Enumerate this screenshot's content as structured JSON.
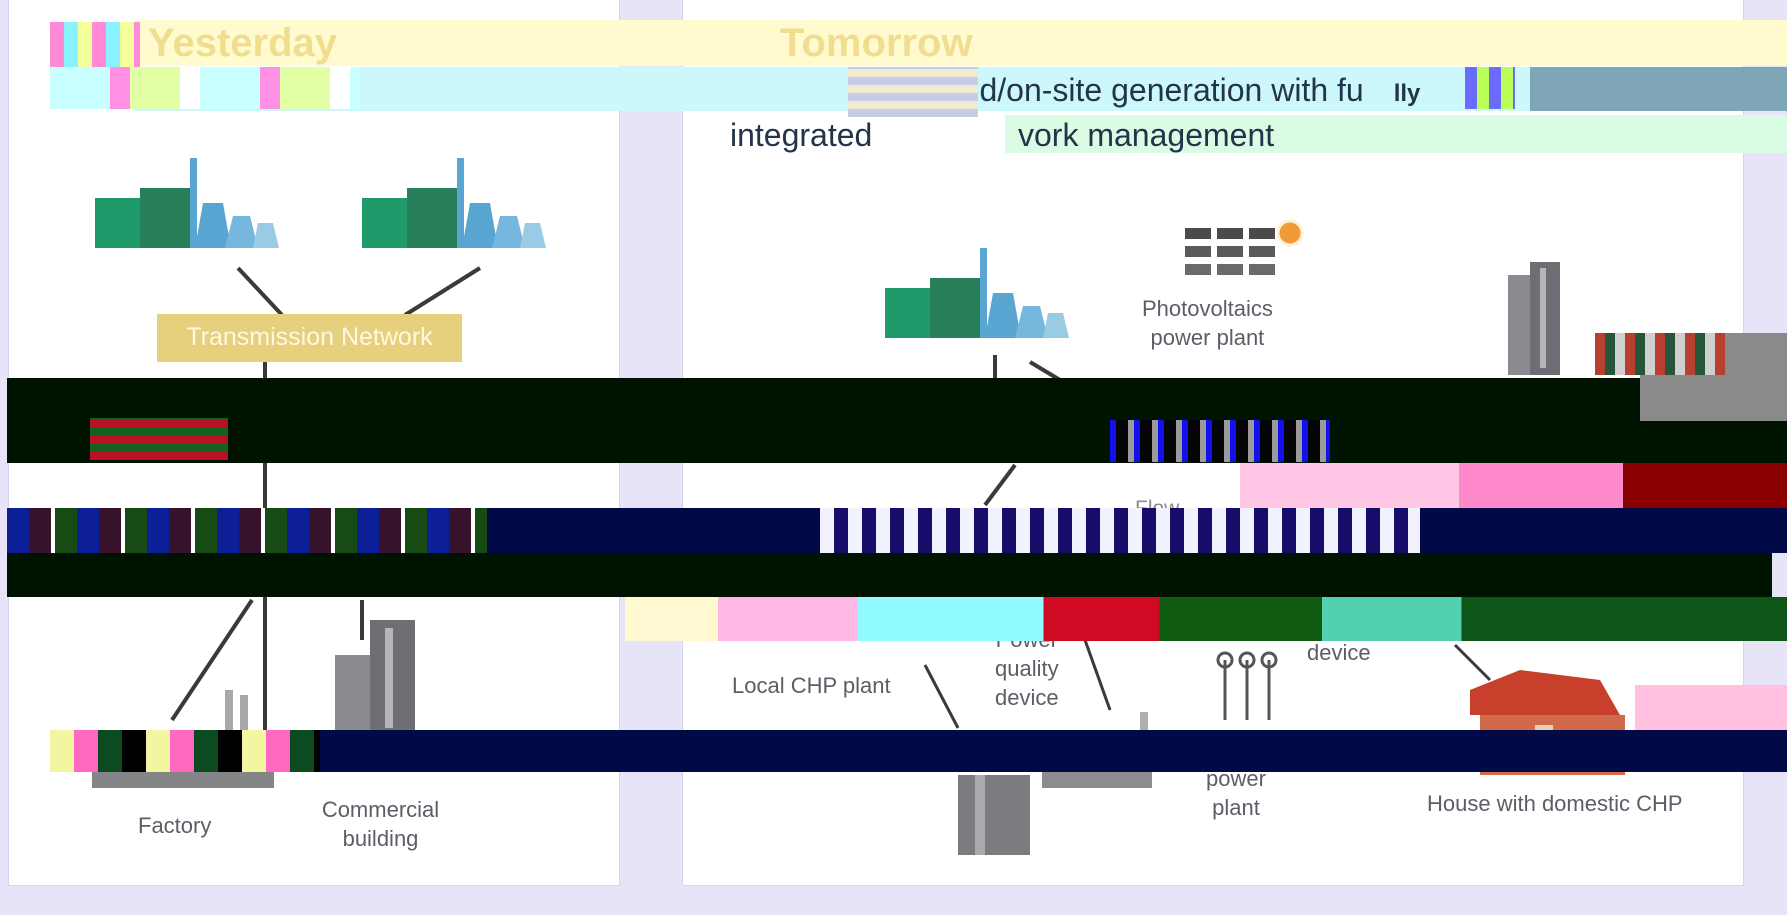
{
  "yesterday": {
    "title": "Yesterday",
    "transmission_network": "Transmission Network",
    "factory": "Factory",
    "commercial_building": "Commercial building"
  },
  "tomorrow": {
    "title": "Tomorrow",
    "subtitle_line1": "uted/on-site generation with fu",
    "subtitle_line1_tail": "lly",
    "subtitle_line2_start": "integrated",
    "subtitle_line2_end": "vork management",
    "photovoltaics": "Photovoltaics power plant",
    "photovoltaics_l1": "Photovoltaics",
    "photovoltaics_l2": "power plant",
    "local_chp": "Local CHP plant",
    "power_quality_l1": "Power",
    "power_quality_l2": "quality",
    "power_quality_l3": "device",
    "device": "device",
    "flow": "Flow",
    "power_plant_l1": "power",
    "power_plant_l2": "plant",
    "house_chp": "House with domestic CHP"
  },
  "colors": {
    "industrial_green": "#1f9a6a",
    "tower_blue": "#5aa6d2",
    "network_line": "#3a3a3a",
    "box_yellow": "#e7d07d",
    "house_red": "#c8402c"
  }
}
